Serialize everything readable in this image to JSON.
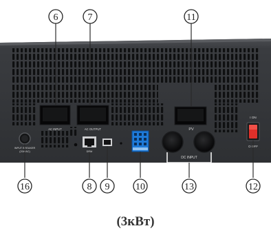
{
  "colors": {
    "panel": "#35373a",
    "panel_top": "#4a4c50",
    "vent": "#101112",
    "socket": "#0c0c0d",
    "callout": "#222222",
    "dc_bracket": "#f4f4f4",
    "terminal_block": "#1e7ad8",
    "rocker_switch": "#e0302a",
    "panel_text": "#dcdcdc"
  },
  "callouts": [
    {
      "id": "6",
      "number": "6"
    },
    {
      "id": "7",
      "number": "7"
    },
    {
      "id": "8",
      "number": "8"
    },
    {
      "id": "9",
      "number": "9"
    },
    {
      "id": "10",
      "number": "10"
    },
    {
      "id": "11",
      "number": "11"
    },
    {
      "id": "12",
      "number": "12"
    },
    {
      "id": "13",
      "number": "13"
    },
    {
      "id": "16",
      "number": "16"
    }
  ],
  "panel_labels": {
    "ac_input": "AC   INPUT",
    "ac_output": "AC   OUTPUT",
    "pv": "PV",
    "dc_input": "DC   INPUT",
    "switch_on": "I  ON",
    "switch_off": "O  OFF",
    "breaker_line1": "INPUT BREAKER",
    "breaker_line2": "(20A/AC)",
    "comm_port": "DRM"
  },
  "caption": "(3кВт)"
}
